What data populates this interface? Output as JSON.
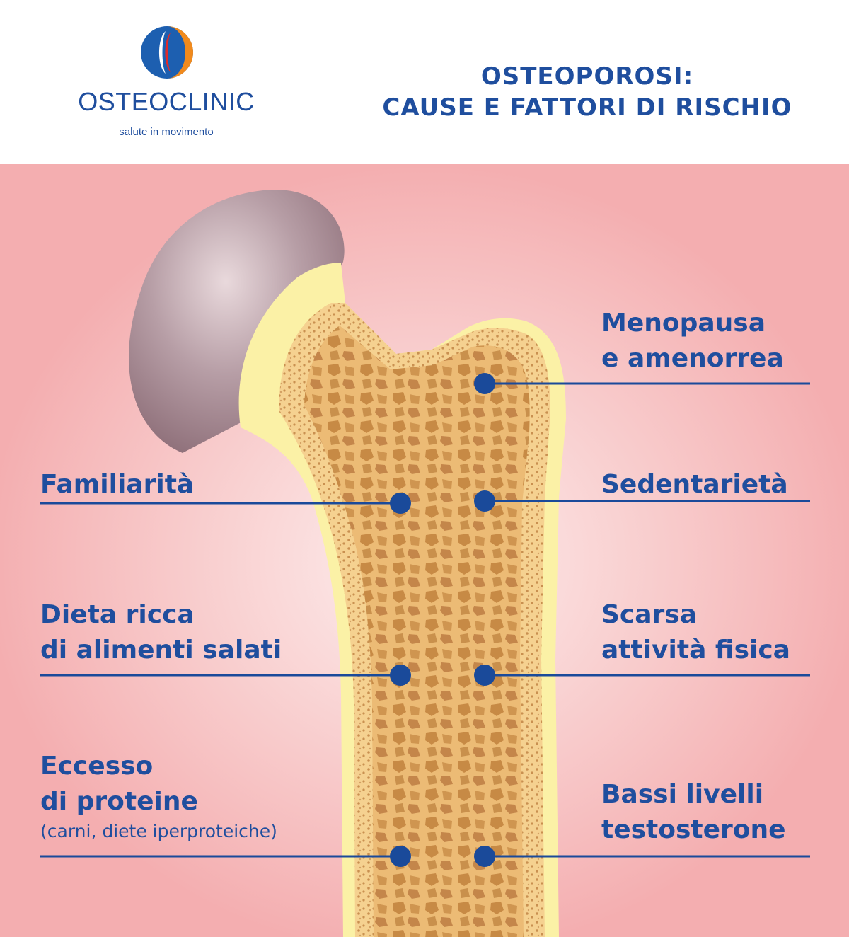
{
  "header": {
    "brand": "OSTEOCLINIC",
    "tagline": "salute in movimento",
    "title_line1": "OSTEOPOROSI:",
    "title_line2": "CAUSE E FATTORI DI RISCHIO"
  },
  "labels": {
    "menopausa": {
      "line1": "Menopausa",
      "line2": "e amenorrea"
    },
    "familiarita": {
      "line1": "Familiarità"
    },
    "sedentarieta": {
      "line1": "Sedentarietà"
    },
    "dieta": {
      "line1": "Dieta ricca",
      "line2": "di alimenti salati"
    },
    "scarsa": {
      "line1": "Scarsa",
      "line2": "attività fisica"
    },
    "eccesso": {
      "line1": "Eccesso",
      "line2": "di proteine",
      "note": "(carni, diete iperproteiche)"
    },
    "bassi": {
      "line1": "Bassi livelli",
      "line2": "testosterone"
    }
  },
  "colors": {
    "brand_blue": "#1f4e9e",
    "marker_blue": "#1a4a9a",
    "bone": "#f2c98a",
    "cartilage": "#fbf1a6",
    "femoral_head": "#a88e96",
    "background_pink": "#f4aeb0"
  }
}
